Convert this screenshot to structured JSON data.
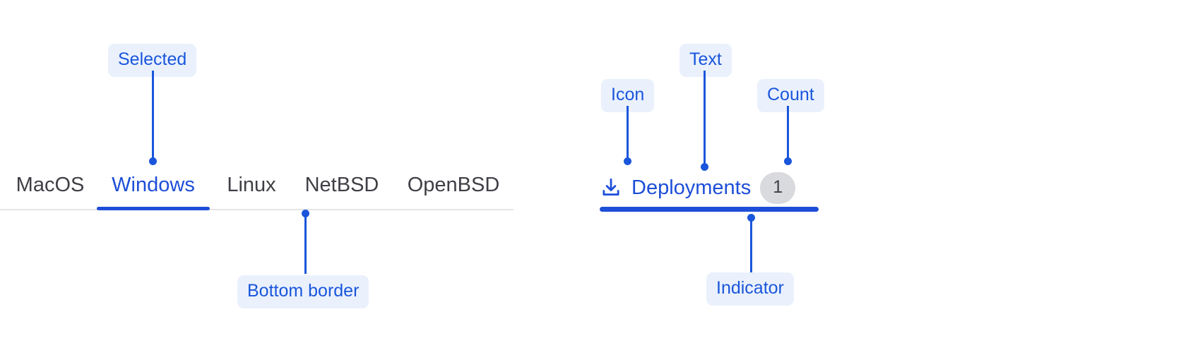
{
  "colors": {
    "accent": "#1d4ed8",
    "callout_text": "#1a56db",
    "callout_bg": "#eaf1fd",
    "tab_text": "#3f3f46",
    "strip_border": "#e4e4e7",
    "count_bg": "#d9dade",
    "page_bg": "#ffffff"
  },
  "left_example": {
    "tabs": [
      {
        "label": "MacOS",
        "selected": false
      },
      {
        "label": "Windows",
        "selected": true
      },
      {
        "label": "Linux",
        "selected": false
      },
      {
        "label": "NetBSD",
        "selected": false
      },
      {
        "label": "OpenBSD",
        "selected": false
      }
    ],
    "annotations": {
      "selected": "Selected",
      "bottom_border": "Bottom border"
    }
  },
  "right_example": {
    "tab": {
      "icon": "download-icon",
      "label": "Deployments",
      "count": "1"
    },
    "annotations": {
      "icon": "Icon",
      "text": "Text",
      "count": "Count",
      "indicator": "Indicator"
    }
  }
}
